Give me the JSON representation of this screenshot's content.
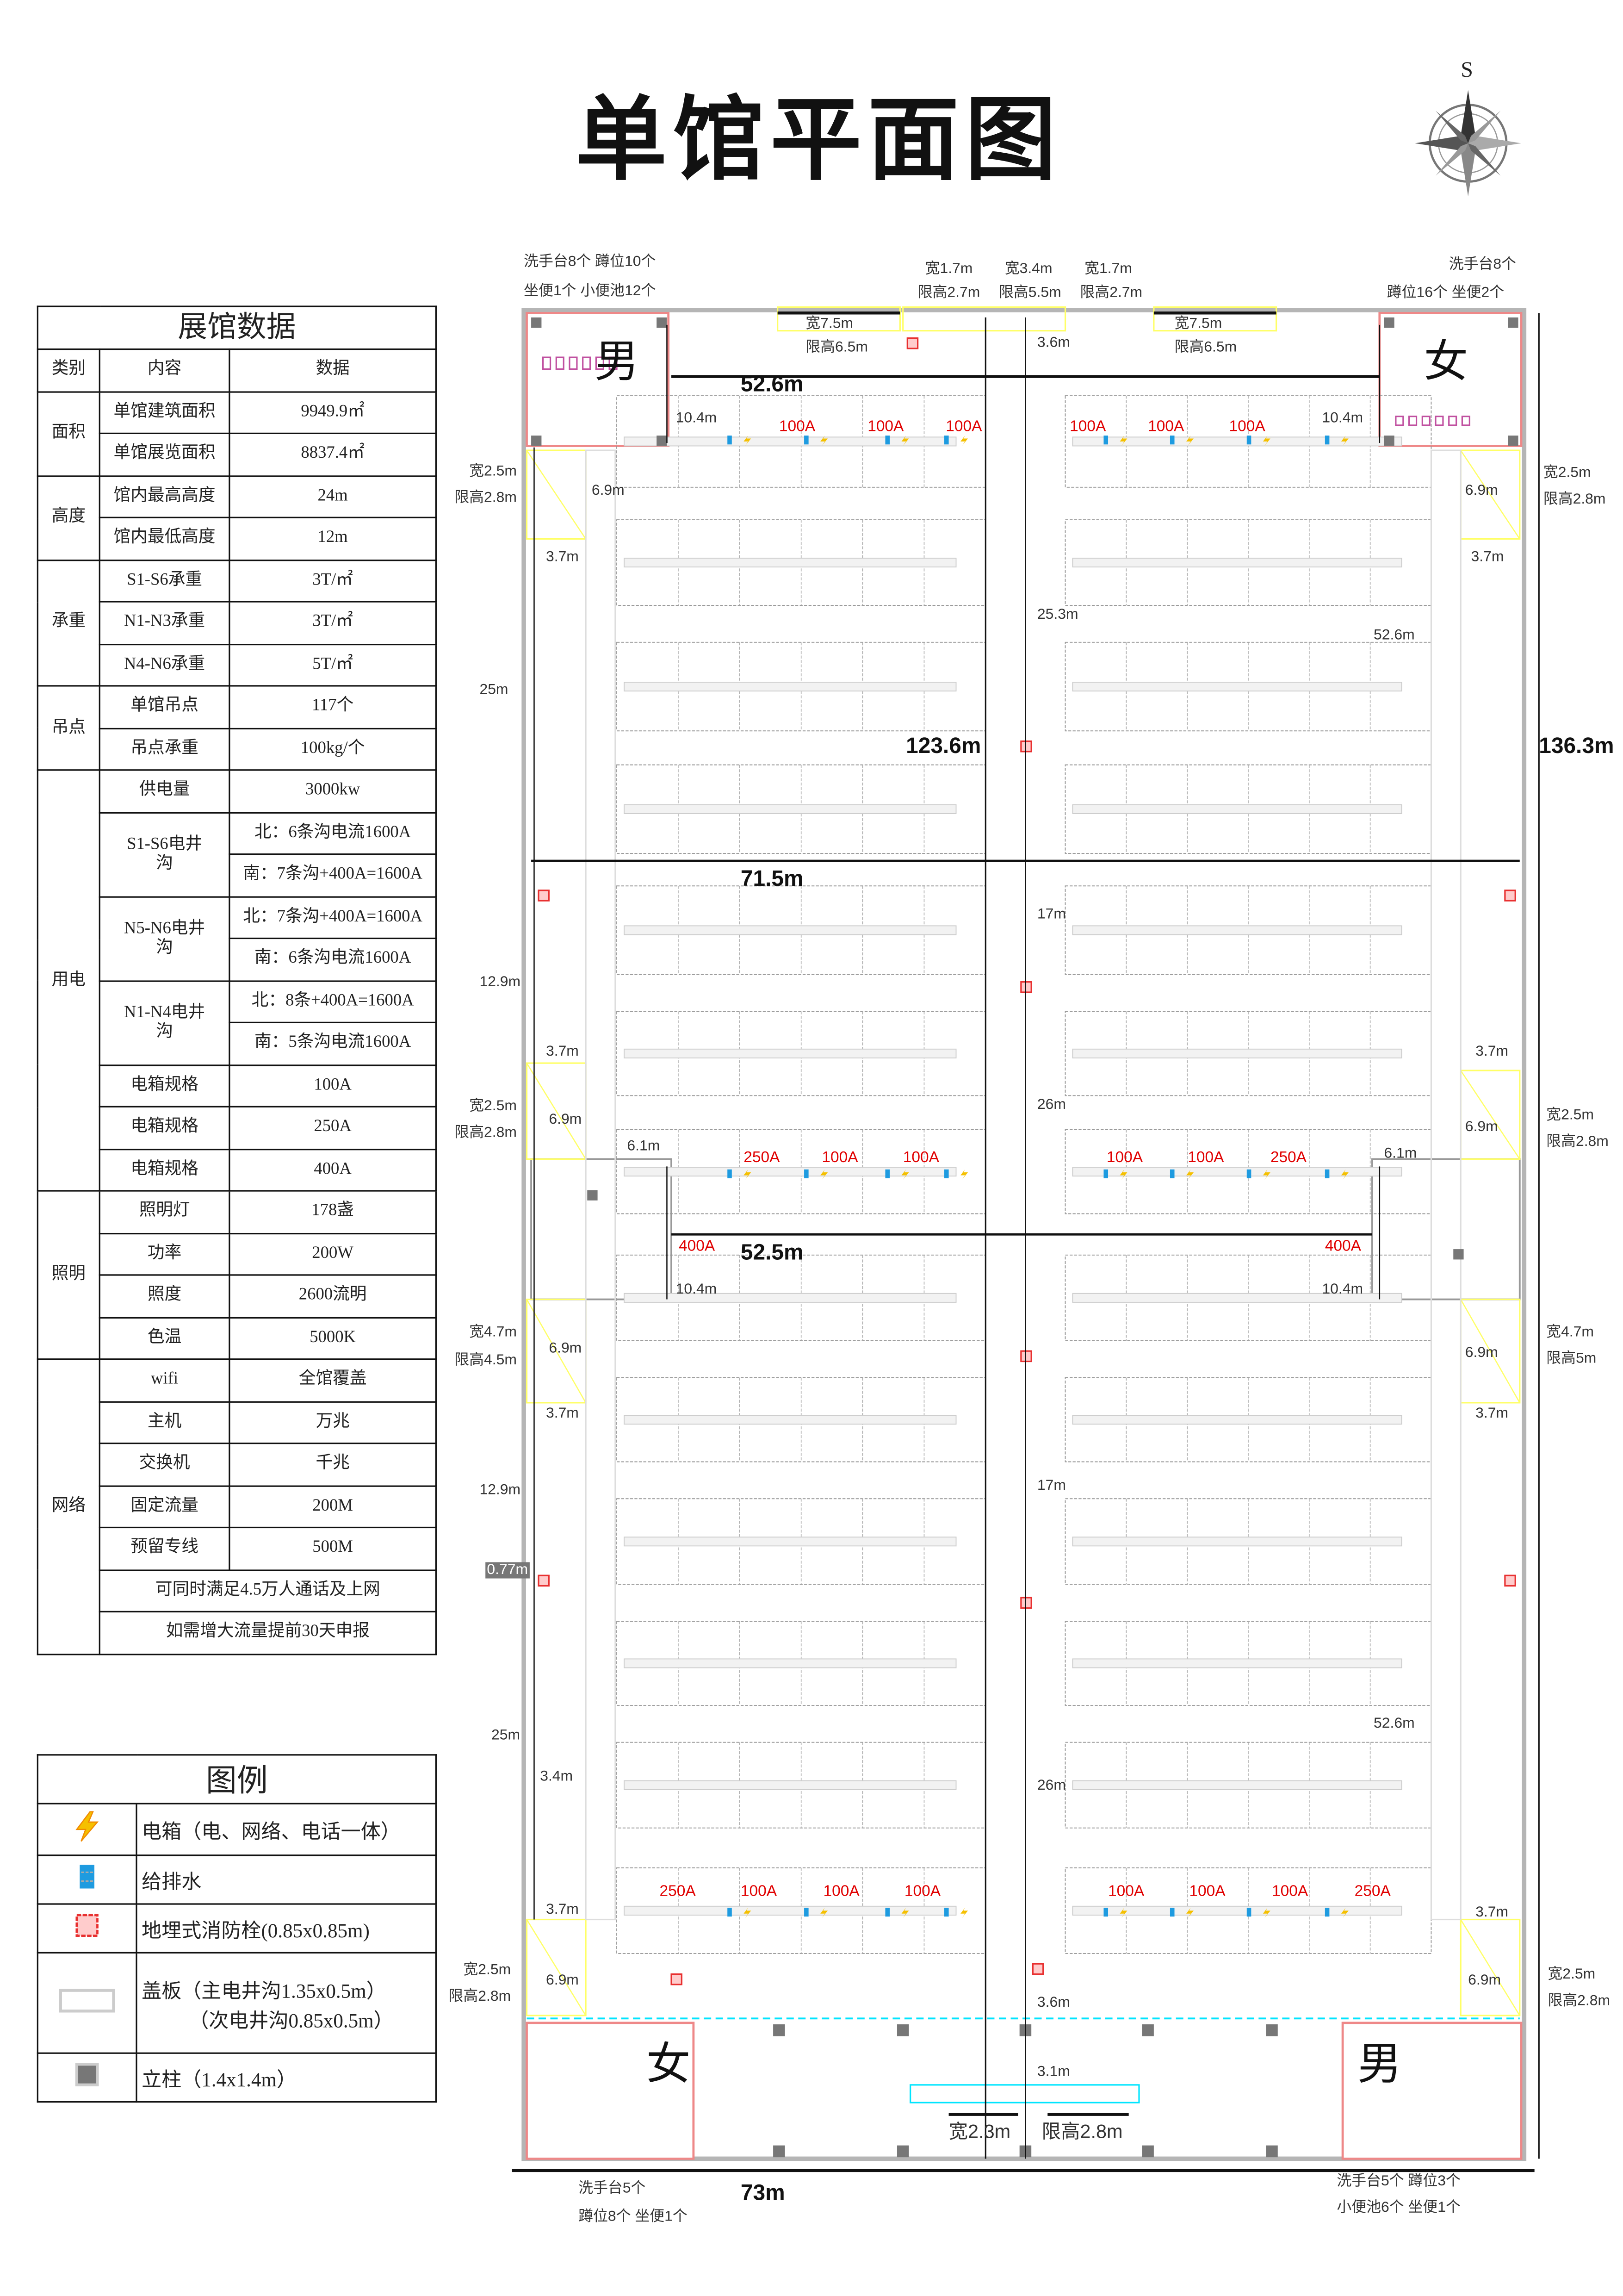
{
  "title": "单馆平面图",
  "compass": {
    "label": "S"
  },
  "stats": {
    "title": "展馆数据",
    "headers": [
      "类别",
      "内容",
      "数据"
    ],
    "groups": [
      {
        "category": "面积",
        "rows": [
          {
            "item": "单馆建筑面积",
            "value": "9949.9㎡"
          },
          {
            "item": "单馆展览面积",
            "value": "8837.4㎡"
          }
        ]
      },
      {
        "category": "高度",
        "rows": [
          {
            "item": "馆内最高高度",
            "value": "24m"
          },
          {
            "item": "馆内最低高度",
            "value": "12m"
          }
        ]
      },
      {
        "category": "承重",
        "rows": [
          {
            "item": "S1-S6承重",
            "value": "3T/㎡"
          },
          {
            "item": "N1-N3承重",
            "value": "3T/㎡"
          },
          {
            "item": "N4-N6承重",
            "value": "5T/㎡"
          }
        ]
      },
      {
        "category": "吊点",
        "rows": [
          {
            "item": "单馆吊点",
            "value": "117个"
          },
          {
            "item": "吊点承重",
            "value": "100kg/个"
          }
        ]
      },
      {
        "category": "用电",
        "rows": [
          {
            "item": "供电量",
            "value": "3000kw"
          },
          {
            "item": "S1-S6电井沟",
            "values": [
              "北：6条沟电流1600A",
              "南：7条沟+400A=1600A"
            ]
          },
          {
            "item": "N5-N6电井沟",
            "values": [
              "北：7条沟+400A=1600A",
              "南：6条沟电流1600A"
            ]
          },
          {
            "item": "N1-N4电井沟",
            "values": [
              "北：8条+400A=1600A",
              "南：5条沟电流1600A"
            ]
          },
          {
            "item": "电箱规格",
            "value": "100A"
          },
          {
            "item": "电箱规格",
            "value": "250A"
          },
          {
            "item": "电箱规格",
            "value": "400A"
          }
        ]
      },
      {
        "category": "照明",
        "rows": [
          {
            "item": "照明灯",
            "value": "178盏"
          },
          {
            "item": "功率",
            "value": "200W"
          },
          {
            "item": "照度",
            "value": "2600流明"
          },
          {
            "item": "色温",
            "value": "5000K"
          }
        ]
      },
      {
        "category": "网络",
        "rows": [
          {
            "item": "wifi",
            "value": "全馆覆盖"
          },
          {
            "item": "主机",
            "value": "万兆"
          },
          {
            "item": "交换机",
            "value": "千兆"
          },
          {
            "item": "固定流量",
            "value": "200M"
          },
          {
            "item": "预留专线",
            "value": "500M"
          },
          {
            "note": "可同时满足4.5万人通话及上网"
          },
          {
            "note": "如需增大流量提前30天申报"
          }
        ]
      }
    ]
  },
  "legend": {
    "title": "图例",
    "items": [
      {
        "icon": "lightning-icon",
        "label": "电箱（电、网络、电话一体）"
      },
      {
        "icon": "water-supply-icon",
        "label": "给排水"
      },
      {
        "icon": "fire-hydrant-icon",
        "label": "地埋式消防栓(0.85x0.85m)"
      },
      {
        "icon": "cover-plate-icon",
        "label": "盖板（主电井沟1.35x0.5m）",
        "label2": "（次电井沟0.85x0.5m）"
      },
      {
        "icon": "pillar-icon",
        "label": "立柱（1.4x1.4m）"
      }
    ]
  },
  "colors": {
    "power": "#e00000",
    "water": "#1e9be0",
    "hydrant": "#e83030",
    "pillar": "#777777",
    "door": "#ffff66",
    "toilet": "#c050a0"
  },
  "plan": {
    "labels": [
      "洗手台8个  蹲位10个",
      "坐便1个  小便池12个",
      "宽1.7m",
      "宽3.4m",
      "宽1.7m",
      "限高2.7m",
      "限高5.5m",
      "限高2.7m",
      "洗手台8个",
      "蹲位16个  坐便2个",
      "宽7.5m",
      "限高6.5m",
      "宽7.5m",
      "限高6.5m",
      "3.6m",
      "男",
      "女",
      "52.6m",
      "10.4m",
      "10.4m",
      "100A",
      "100A",
      "100A",
      "100A",
      "100A",
      "100A",
      "宽2.5m",
      "限高2.8m",
      "6.9m",
      "宽2.5m",
      "限高2.8m",
      "6.9m",
      "3.7m",
      "3.7m",
      "25.3m",
      "52.6m",
      "25m",
      "123.6m",
      "136.3m",
      "71.5m",
      "17m",
      "12.9m",
      "3.7m",
      "3.7m",
      "宽2.5m",
      "限高2.8m",
      "6.9m",
      "26m",
      "宽2.5m",
      "限高2.8m",
      "6.9m",
      "6.1m",
      "6.1m",
      "250A",
      "100A",
      "100A",
      "100A",
      "100A",
      "250A",
      "400A",
      "52.5m",
      "400A",
      "10.4m",
      "10.4m",
      "宽4.7m",
      "限高4.5m",
      "6.9m",
      "宽4.7m",
      "限高5m",
      "6.9m",
      "3.7m",
      "3.7m",
      "17m",
      "12.9m",
      "0.77m",
      "52.6m",
      "25m",
      "3.4m",
      "26m",
      "250A",
      "100A",
      "100A",
      "100A",
      "100A",
      "100A",
      "100A",
      "250A",
      "3.7m",
      "3.7m",
      "宽2.5m",
      "限高2.8m",
      "6.9m",
      "宽2.5m",
      "限高2.8m",
      "6.9m",
      "3.6m",
      "3.1m",
      "女",
      "男",
      "宽2.3m",
      "限高2.8m",
      "洗手台5个",
      "73m",
      "蹲位8个  坐便1个",
      "洗手台5个  蹲位3个",
      "小便池6个  坐便1个"
    ]
  }
}
